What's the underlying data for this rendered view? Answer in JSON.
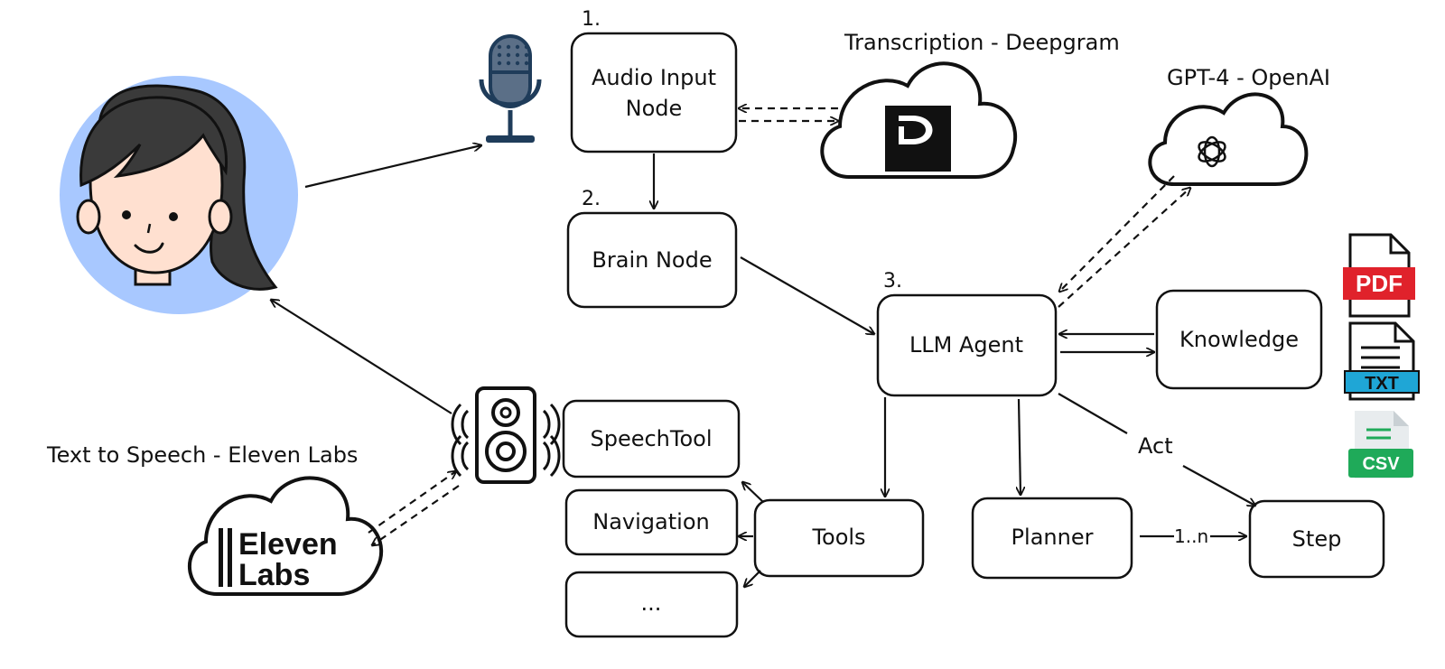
{
  "labels": {
    "transcription": "Transcription - Deepgram",
    "gpt": "GPT-4 - OpenAI",
    "tts": "Text to Speech - Eleven Labs",
    "step1": "1.",
    "step2": "2.",
    "step3": "3.",
    "act": "Act",
    "one_to_n": "1..n"
  },
  "nodes": {
    "audio_input_line1": "Audio Input",
    "audio_input_line2": "Node",
    "brain": "Brain Node",
    "llm_agent": "LLM Agent",
    "knowledge": "Knowledge",
    "speech_tool": "SpeechTool",
    "navigation": "Navigation",
    "ellipsis": "...",
    "tools": "Tools",
    "planner": "Planner",
    "step": "Step"
  },
  "logos": {
    "eleven_line1": "Eleven",
    "eleven_line2": "Labs",
    "pdf": "PDF",
    "txt": "TXT",
    "csv": "CSV"
  },
  "colors": {
    "avatar_bg": "#a8c8ff",
    "pdf_red": "#e0222b",
    "txt_blue": "#1fa6d6",
    "csv_green": "#1faa59",
    "mic_dark": "#1f3c5a",
    "mic_grey": "#5b6f87"
  }
}
